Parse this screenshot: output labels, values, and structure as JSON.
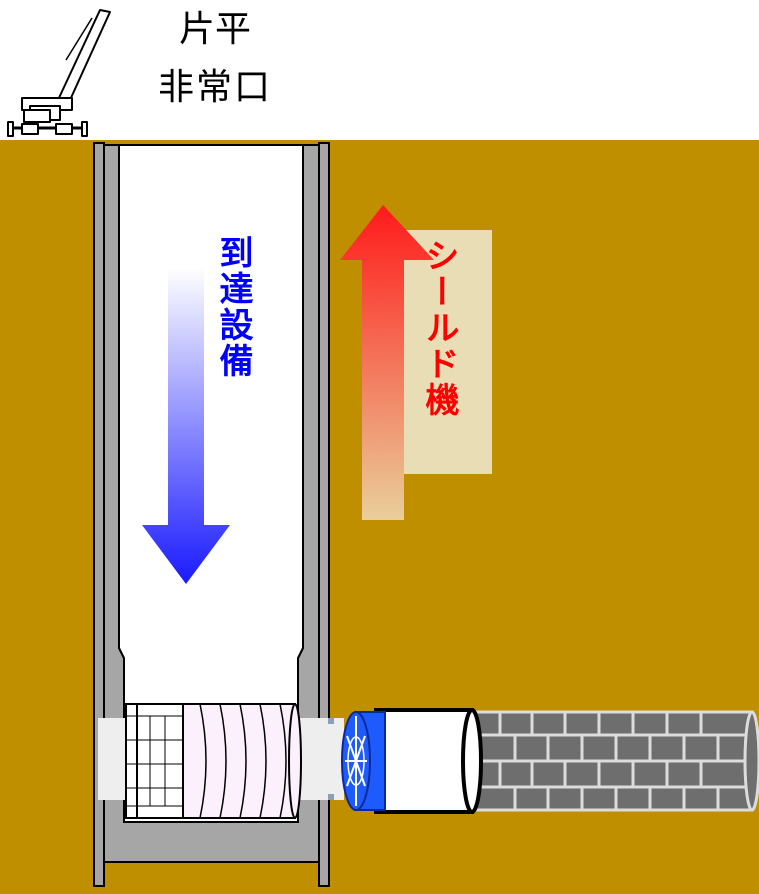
{
  "title": {
    "line1": "片平",
    "line2": "非常口"
  },
  "labels": {
    "arrival_equipment": "到達設備",
    "shield_machine": "シールド機"
  },
  "colors": {
    "ground": "#bf8f00",
    "shaft_wall": "#a6a6a6",
    "arrival_arrow": "#1a1aff",
    "arrival_text": "#0000ff",
    "shield_arrow": "#ff1a1a",
    "shield_text": "#ff0000",
    "shield_label_bg": "#e8ddb5",
    "cutter_head": "#1e5bff",
    "tunnel_segments": "#6e6e6e"
  },
  "icons": [
    "crane-icon"
  ]
}
